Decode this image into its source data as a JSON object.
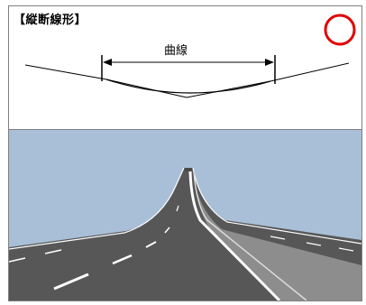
{
  "diagram": {
    "title": "【縦断線形】",
    "curve_label": "曲線",
    "mark": {
      "shape": "circle",
      "color": "#e00000",
      "meaning": "correct"
    }
  },
  "scene": {
    "sky_color": "#a9bfd8",
    "road_color": "#505050",
    "shoulder_color": "#8a8a8a",
    "line_color": "#ffffff"
  }
}
